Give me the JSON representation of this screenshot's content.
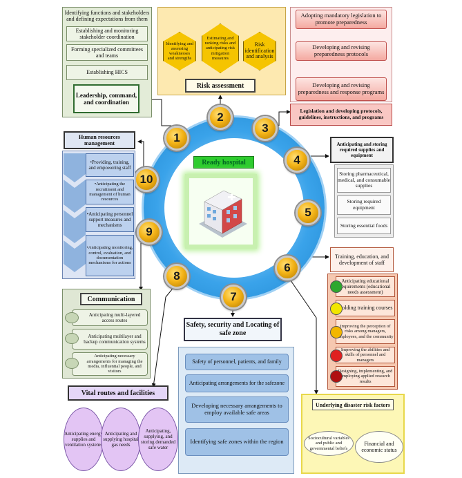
{
  "center": {
    "title": "Ready hospital"
  },
  "numbers": [
    "1",
    "2",
    "3",
    "4",
    "5",
    "6",
    "7",
    "8",
    "9",
    "10"
  ],
  "leadership": {
    "items": [
      "Identifying functions and stakeholders and defining expectations from them",
      "Establishing and monitoring stakeholder coordination",
      "Forming specialized committees and teams",
      "Establishing HICS"
    ],
    "title": "Leadership, command, and coordination"
  },
  "risk": {
    "hexes": [
      "Identifying and assessing weaknesses and strengths",
      "Estimating and ranking risks and anticipating risk mitigation measures",
      "Risk identification and analysis"
    ],
    "title": "Risk assessment"
  },
  "legislation": {
    "items": [
      "Adopting mandatory legislation to promote preparedness",
      "Developing and revising preparedness protocols",
      "Developing and revising preparedness and response programs"
    ],
    "title": "Legislation and developing protocols, guidelines, instructions, and programs"
  },
  "supplies": {
    "title": "Anticipating and storing required supplies and equipment",
    "items": [
      "Storing pharmaceutical, medical, and consumable supplies",
      "Storing required equipment",
      "Storing essential foods"
    ]
  },
  "training": {
    "title": "Training, education, and development of staff",
    "items": [
      "Anticipating educational requirements (educational needs assessment)",
      "Holding training courses",
      "Improving the perception of risks among managers, employees, and the community",
      "Improving the abilities and skills of personnel and managers",
      "Designing, implementing, and employing applied research results"
    ],
    "colors": [
      "#2ea82e",
      "#f2e600",
      "#f2b600",
      "#e02020",
      "#b01010"
    ]
  },
  "underlying": {
    "title": "Underlying disaster risk factors",
    "items": [
      "Sociocultural variables and public and governmental beliefs",
      "Financial and economic status"
    ]
  },
  "safety": {
    "title": "Safety, security and Locating of safe zone",
    "items": [
      "Safety of personnel, patients, and family",
      "Anticipating arrangements for the safezone",
      "Developing necessary arrangements to employ available safe areas",
      "Identifying safe zones within the region"
    ]
  },
  "vital": {
    "title": "Vital routes and facilities",
    "items": [
      "Anticipating energy supplies and ventilation systems",
      "Anticipating and supplying hospital gas needs",
      "Anticipating, supplying, and storing demanded safe water"
    ]
  },
  "communication": {
    "title": "Communication",
    "items": [
      "Anticipating multi-layered access routes",
      "Anticipating multilayer and backup communication systems",
      "Anticipating necessary arrangements for managing the media, influential people, and visitors"
    ]
  },
  "hr": {
    "title": "Human resources management",
    "items": [
      "•Providing, training, and empowering staff",
      "•Anticipating the recruitment and management of human resources",
      "•Anticipating personnel support measures and mechanisms",
      "•Anticipating monitoring, control, evaluation, and documentation mechanisms for actions"
    ]
  }
}
